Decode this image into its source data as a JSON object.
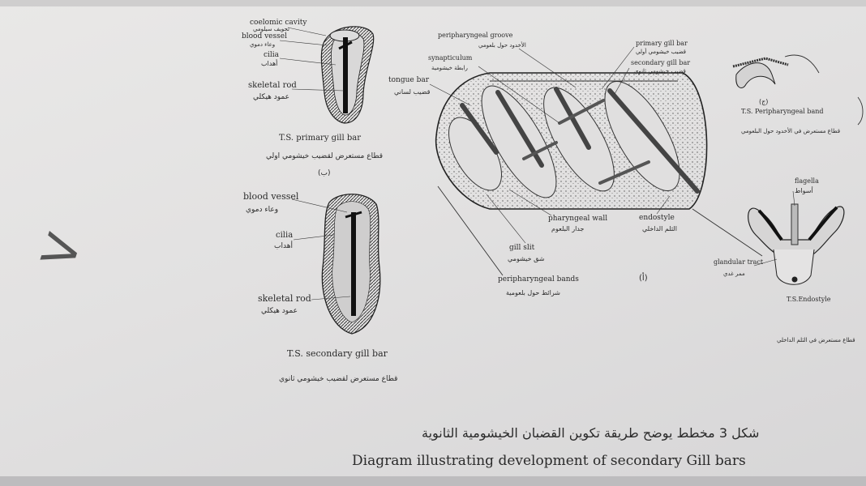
{
  "margin_mark": "V",
  "fig_b": {
    "primary": {
      "labels": {
        "coelomic_cavity": "coelomic cavity",
        "blood_vessel": "blood vessel",
        "cilia": "cilia",
        "skeletal_rod": "skeletal rod"
      },
      "labels_ar": {
        "coelomic_cavity": "تجويف سيلومي",
        "blood_vessel": "وعاء دموي",
        "cilia": "أهداب",
        "skeletal_rod": "عمود هيكلي"
      },
      "caption": "T.S. primary gill bar",
      "caption_ar": "قطاع مستعرض لقضيب خيشومي اولي",
      "letter": "(ب)"
    },
    "secondary": {
      "labels": {
        "blood_vessel": "blood vessel",
        "cilia": "cilia",
        "skeletal_rod": "skeletal rod"
      },
      "labels_ar": {
        "blood_vessel": "وعاء دموي",
        "cilia": "أهداب",
        "skeletal_rod": "عمود هيكلي"
      },
      "caption": "T.S. secondary gill bar",
      "caption_ar": "قطاع مستعرض لقضيب خيشومي ثانوي"
    }
  },
  "fig_a": {
    "labels": {
      "peripharyngeal_groove": "peripharyngeal groove",
      "synapticulum": "synapticulum",
      "tongue_bar": "tongue bar",
      "primary_gill_bar": "primary gill bar",
      "secondary_gill_bar": "secondary gill bar",
      "pharyngeal_wall": "pharyngeal wall",
      "endostyle": "endostyle",
      "gill_slit": "gill slit",
      "peripharyngeal_bands": "peripharyngeal bands"
    },
    "labels_ar": {
      "peripharyngeal_groove": "الأخدود حول بلعومي",
      "synapticulum": "رابطة خيشومية",
      "tongue_bar": "قضيب لساني",
      "primary_gill_bar": "قضيب خيشومي أولي",
      "secondary_gill_bar": "قضيب خيشومي ثانوي",
      "pharyngeal_wall": "جدار البلعوم",
      "endostyle": "الثلم الداخلي",
      "gill_slit": "شق خيشومي",
      "peripharyngeal_bands": "شرائط حول بلعومية"
    },
    "letter": "(أ)"
  },
  "fig_c": {
    "peripharyngeal": {
      "letter": "(ج)",
      "caption": "T.S. Peripharyngeal band",
      "caption_ar": "قطاع مستعرض في الأخدود حول البلعومي"
    },
    "endostyle": {
      "labels": {
        "flagella": "flagella",
        "glandular_tract": "glandular tract"
      },
      "labels_ar": {
        "flagella": "أسواط",
        "glandular_tract": "ممر غدي"
      },
      "caption": "T.S.Endostyle",
      "caption_ar": "قطاع مستعرض في الثلم الداخلي"
    }
  },
  "caption": {
    "arabic": "شكل 3 مخطط يوضح طريقة تكوين القضبان الخيشومية الثانوية",
    "english": "Diagram illustrating development of secondary Gill bars"
  },
  "colors": {
    "ink": "#2a2a2a",
    "paper": "#e4e3e3"
  }
}
